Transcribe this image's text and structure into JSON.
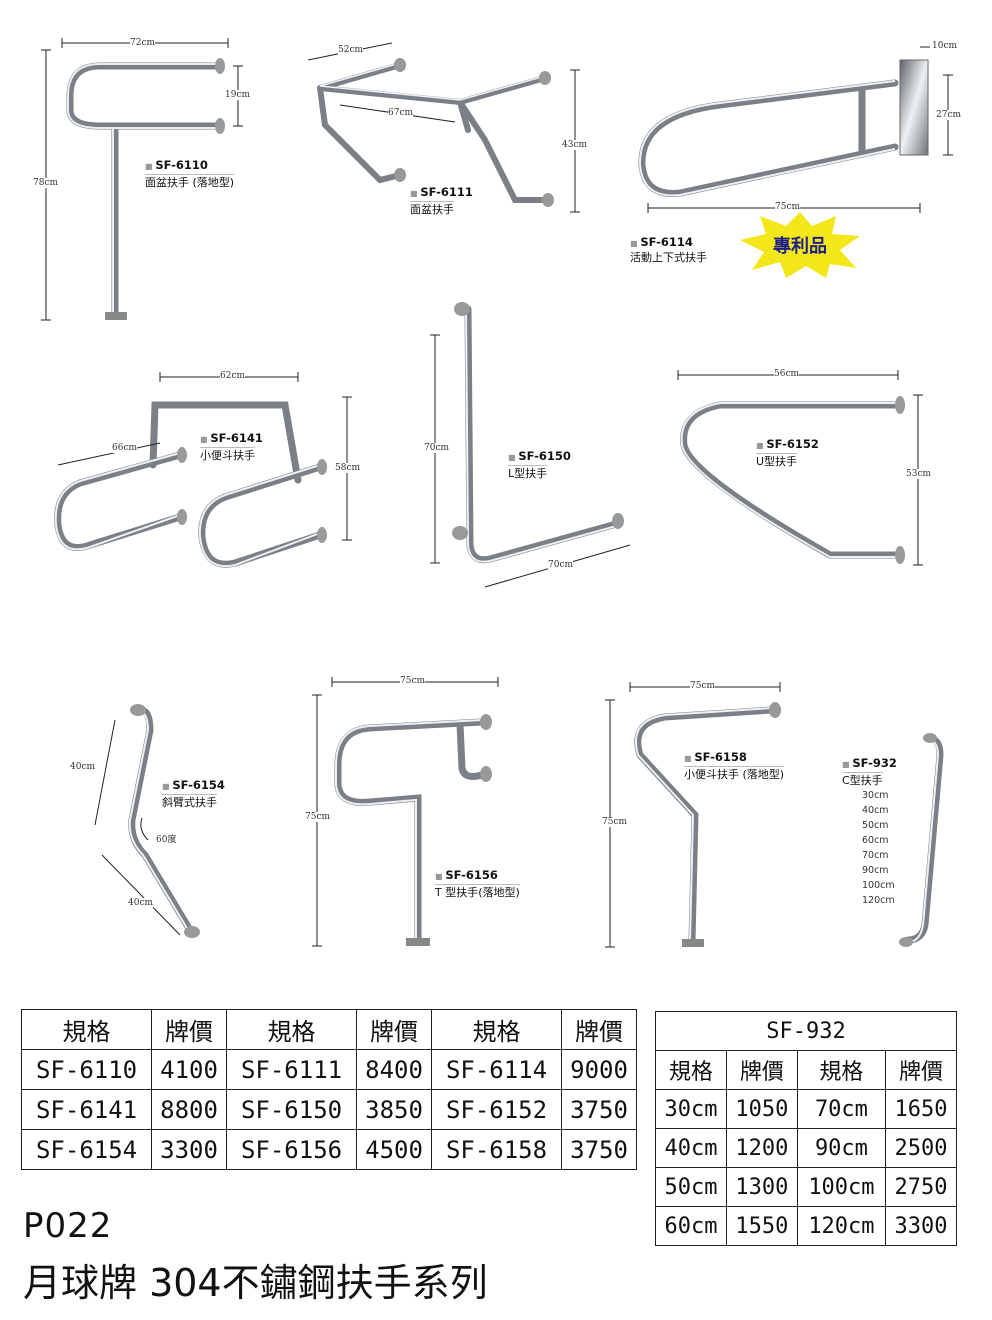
{
  "products": [
    {
      "code": "SF-6110",
      "name": "面盆扶手 (落地型)",
      "dims": [
        "72cm",
        "19cm",
        "78cm"
      ]
    },
    {
      "code": "SF-6111",
      "name": "面盆扶手",
      "dims": [
        "52cm",
        "67cm",
        "43cm"
      ]
    },
    {
      "code": "SF-6114",
      "name": "活動上下式扶手",
      "dims": [
        "10cm",
        "27cm",
        "75cm"
      ],
      "badge": "專利品"
    },
    {
      "code": "SF-6141",
      "name": "小便斗扶手",
      "dims": [
        "62cm",
        "66cm",
        "58cm"
      ]
    },
    {
      "code": "SF-6150",
      "name": "L型扶手",
      "dims": [
        "70cm",
        "70cm"
      ]
    },
    {
      "code": "SF-6152",
      "name": "U型扶手",
      "dims": [
        "56cm",
        "53cm"
      ]
    },
    {
      "code": "SF-6154",
      "name": "斜臂式扶手",
      "dims": [
        "40cm",
        "60度",
        "40cm"
      ]
    },
    {
      "code": "SF-6156",
      "name": "T 型扶手(落地型)",
      "dims": [
        "75cm",
        "75cm"
      ]
    },
    {
      "code": "SF-6158",
      "name": "小便斗扶手 (落地型)",
      "dims": [
        "75cm",
        "75cm"
      ]
    },
    {
      "code": "SF-932",
      "name": "C型扶手",
      "sizes": [
        "30cm",
        "40cm",
        "50cm",
        "60cm",
        "70cm",
        "90cm",
        "100cm",
        "120cm"
      ]
    }
  ],
  "price_table": {
    "headers": [
      "規格",
      "牌價",
      "規格",
      "牌價",
      "規格",
      "牌價"
    ],
    "rows": [
      [
        "SF-6110",
        "4100",
        "SF-6111",
        "8400",
        "SF-6114",
        "9000"
      ],
      [
        "SF-6141",
        "8800",
        "SF-6150",
        "3850",
        "SF-6152",
        "3750"
      ],
      [
        "SF-6154",
        "3300",
        "SF-6156",
        "4500",
        "SF-6158",
        "3750"
      ]
    ]
  },
  "sf932_table": {
    "title": "SF-932",
    "headers": [
      "規格",
      "牌價",
      "規格",
      "牌價"
    ],
    "rows": [
      [
        "30cm",
        "1050",
        "70cm",
        "1650"
      ],
      [
        "40cm",
        "1200",
        "90cm",
        "2500"
      ],
      [
        "50cm",
        "1300",
        "100cm",
        "2750"
      ],
      [
        "60cm",
        "1550",
        "120cm",
        "3300"
      ]
    ]
  },
  "footer": {
    "code": "P022",
    "title": "月球牌 304不鏽鋼扶手系列"
  },
  "colors": {
    "steel_dark": "#6f747a",
    "steel_light": "#e4e8ec",
    "badge": "#f3e61a",
    "badge_text": "#1b1f8c"
  }
}
